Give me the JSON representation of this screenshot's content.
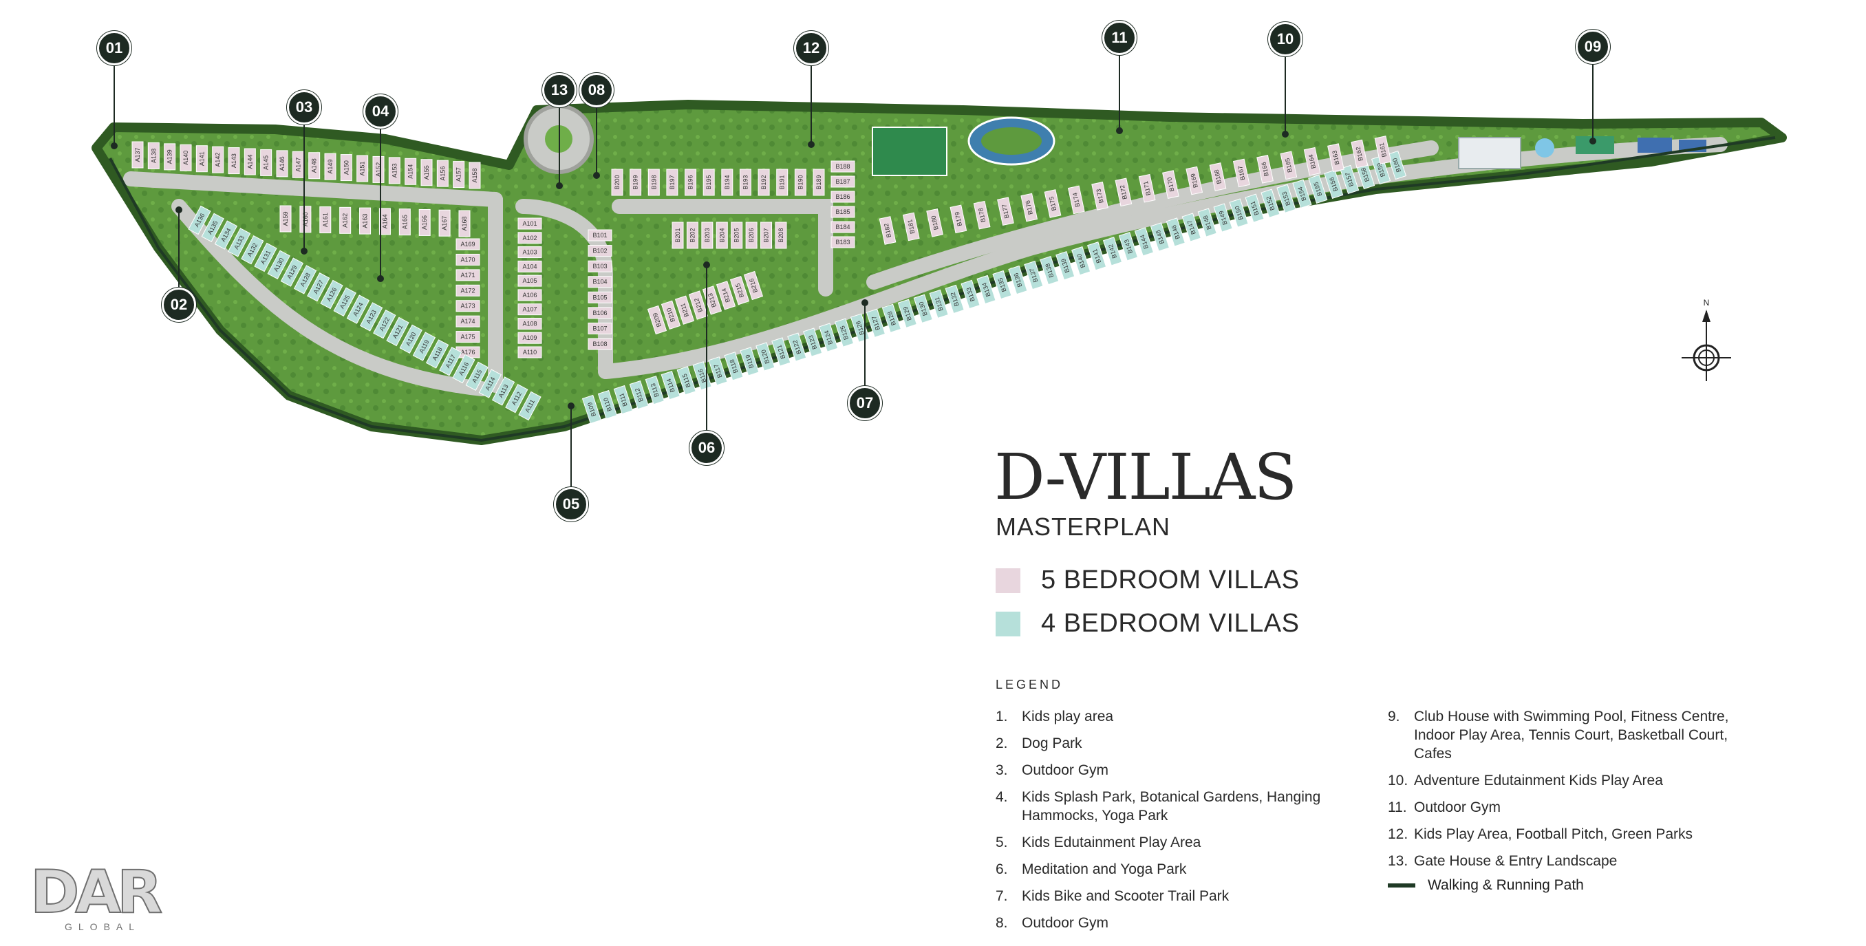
{
  "title": "D-VILLAS",
  "subtitle": "MASTERPLAN",
  "villa_types": [
    {
      "label": "5 BEDROOM VILLAS",
      "color": "#e8d6de"
    },
    {
      "label": "4 BEDROOM VILLAS",
      "color": "#b6e0da"
    }
  ],
  "legend": {
    "title": "LEGEND",
    "left": [
      {
        "num": "1.",
        "text": "Kids play area"
      },
      {
        "num": "2.",
        "text": "Dog Park"
      },
      {
        "num": "3.",
        "text": "Outdoor Gym"
      },
      {
        "num": "4.",
        "text": "Kids Splash Park, Botanical Gardens, Hanging Hammocks, Yoga Park"
      },
      {
        "num": "5.",
        "text": "Kids Edutainment Play Area"
      },
      {
        "num": "6.",
        "text": "Meditation and Yoga Park"
      },
      {
        "num": "7.",
        "text": "Kids Bike and Scooter Trail Park"
      },
      {
        "num": "8.",
        "text": "Outdoor Gym"
      }
    ],
    "right": [
      {
        "num": "9.",
        "text": "Club House with Swimming Pool, Fitness Centre, Indoor Play Area, Tennis Court, Basketball Court, Cafes"
      },
      {
        "num": "10.",
        "text": "Adventure Edutainment Kids Play Area"
      },
      {
        "num": "11.",
        "text": "Outdoor Gym"
      },
      {
        "num": "12.",
        "text": "Kids Play Area, Football Pitch, Green Parks"
      },
      {
        "num": "13.",
        "text": "Gate House & Entry Landscape"
      }
    ],
    "path_label": "Walking & Running Path",
    "path_color": "#1f3a25"
  },
  "markers": [
    "01",
    "02",
    "03",
    "04",
    "05",
    "06",
    "07",
    "08",
    "09",
    "10",
    "11",
    "12",
    "13"
  ],
  "villa_labels": {
    "top_a": [
      "A137",
      "A138",
      "A139",
      "A140",
      "A141",
      "A142",
      "A143",
      "A144",
      "A145",
      "A146",
      "A147",
      "A148",
      "A149",
      "A150",
      "A151",
      "A152",
      "A153",
      "A154",
      "A155",
      "A156",
      "A157",
      "A158"
    ],
    "inner_a": [
      "A159",
      "A160",
      "A161",
      "A162",
      "A163",
      "A164",
      "A165",
      "A166",
      "A167",
      "A168"
    ],
    "col_a1": [
      "A101",
      "A102",
      "A103",
      "A104",
      "A105",
      "A106",
      "A107",
      "A108",
      "A109",
      "A110"
    ],
    "col_a2": [
      "A169",
      "A170",
      "A171",
      "A172",
      "A173",
      "A174",
      "A175",
      "A176"
    ],
    "west_a": [
      "A136",
      "A135",
      "A134",
      "A133",
      "A132",
      "A131",
      "A130",
      "A129",
      "A128",
      "A127",
      "A126",
      "A125",
      "A124",
      "A123",
      "A122",
      "A121",
      "A120",
      "A119",
      "A118",
      "A117",
      "A116",
      "A115",
      "A114",
      "A113",
      "A112",
      "A111"
    ],
    "col_b1": [
      "B101",
      "B102",
      "B103",
      "B104",
      "B105",
      "B106",
      "B107",
      "B108"
    ],
    "top_b": [
      "B200",
      "B199",
      "B198",
      "B197",
      "B196",
      "B195",
      "B194",
      "B193",
      "B192",
      "B191",
      "B190",
      "B189"
    ],
    "col_b2": [
      "B188",
      "B187",
      "B186",
      "B185",
      "B184",
      "B183"
    ],
    "inner_b": [
      "B201",
      "B202",
      "B203",
      "B204",
      "B205",
      "B206",
      "B207",
      "B208"
    ],
    "loop_b": [
      "B209",
      "B210",
      "B211",
      "B212",
      "B213",
      "B214",
      "B215",
      "B216"
    ],
    "south_b": [
      "B109",
      "B110",
      "B111",
      "B112",
      "B113",
      "B114",
      "B115",
      "B116",
      "B117",
      "B118",
      "B119",
      "B120",
      "B121",
      "B122",
      "B123",
      "B124",
      "B125",
      "B126",
      "B127",
      "B128",
      "B129",
      "B130",
      "B131",
      "B132",
      "B133",
      "B134",
      "B135",
      "B136",
      "B137",
      "B138",
      "B139",
      "B140",
      "B141",
      "B142",
      "B143",
      "B144",
      "B145",
      "B146",
      "B147",
      "B148",
      "B149",
      "B150",
      "B151",
      "B152",
      "B153",
      "B154",
      "B155",
      "B156",
      "B157",
      "B158",
      "B159",
      "B160"
    ],
    "north_b": [
      "B182",
      "B181",
      "B180",
      "B179",
      "B178",
      "B177",
      "B176",
      "B175",
      "B174",
      "B173",
      "B172",
      "B171",
      "B170",
      "B169",
      "B168",
      "B167",
      "B166",
      "B165",
      "B164",
      "B163",
      "B162",
      "B161"
    ]
  },
  "compass_label": "N",
  "logo": {
    "text": "DAR",
    "sub": "GLOBAL"
  }
}
